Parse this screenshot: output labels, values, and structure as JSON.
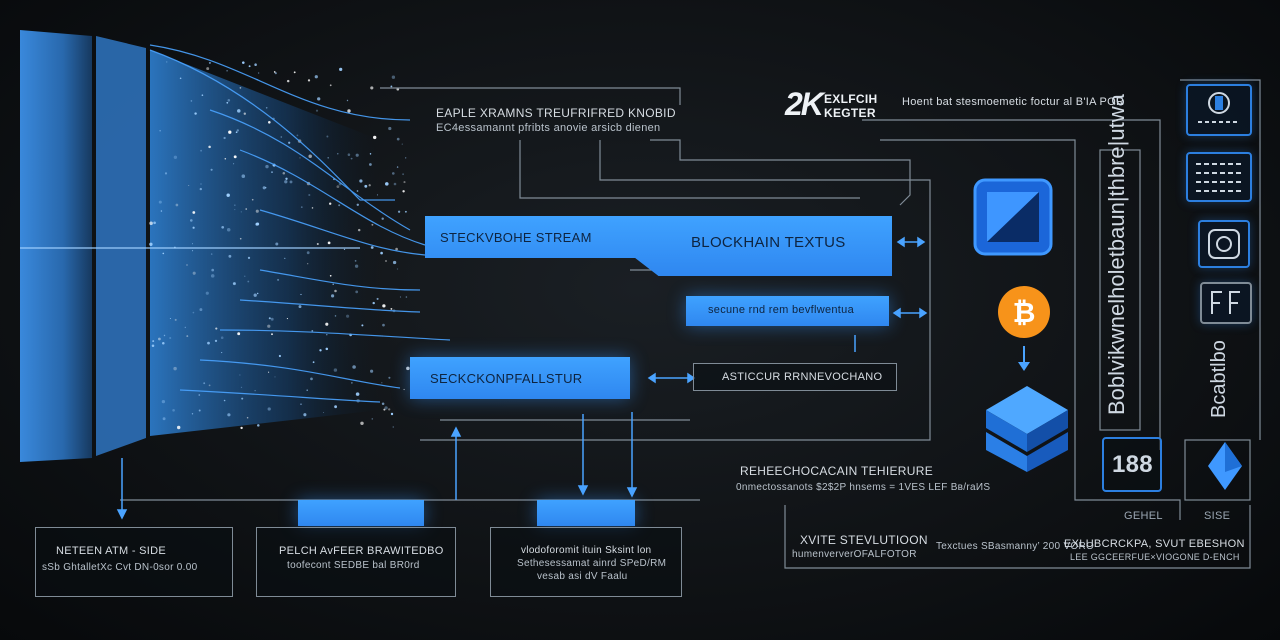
{
  "brand": {
    "logo": "2K",
    "name_line1": "EXLFCIH",
    "name_line2": "KEGTER",
    "tagline": "Hoent bat stesmoemetic foctur al B'IA POR"
  },
  "caption": {
    "line1": "EAPLE XRAMNS TREUFRIFRED KNOBID",
    "line2": "EC4essamannt pfribts anovie arsicb dienen"
  },
  "blocks": {
    "stream_label": "STECKVBOHE STREAM",
    "title_label": "BLOCKHAIN TEXTUS",
    "secure_label": "secune rnd rem bevflwentua",
    "secondary_label": "SECKCKONPFALLSTUR",
    "arch_label": "ASTICCUR RRNNEVOCHANO"
  },
  "bottom_boxes": [
    {
      "line1": "NETEEN ATM - SIDE",
      "line2": "sSb GhtalletXc Cvt DN-0sor 0.00"
    },
    {
      "line1": "PELCH AvFEER BRAWITEDBO",
      "line2": "toofecont SEDBE bal BR0rd"
    },
    {
      "line1": "vlodoforomit ituin Sksint lon",
      "line2": "Sethesessamat ainrd SPeD/RM",
      "line3": "vesab asi dV Faalu"
    }
  ],
  "tech_caption": {
    "line1": "REHEECHOCACAIN TEHIERURE",
    "line2": "0nmectossanots $2$2P hnsems = 1VES LEF Bв/raИS"
  },
  "footer_panel": {
    "left_line1": "XVITE STEVLUTIOON",
    "left_line2": "humenververOFALFOTOR",
    "mid": "Texctues  SBasmanny’  200 VORO",
    "right_line1": "EXLUBCRCKPA, SVUT EBESHON",
    "right_line2": "LEE GGCEERFUE×VIOGONE D-ENCH"
  },
  "right_labels": {
    "gehl": "GEHEL",
    "sise": "SISE"
  },
  "vertical_texts": {
    "outer": "Boblvikwnelholetbaun|thbre|utwa",
    "inner": "Bcabtlbo"
  },
  "counter_text": "188",
  "icons": [
    "square-wallet-icon",
    "bitcoin-icon",
    "cube-icon",
    "arrow-down-icon",
    "eth-diamond-icon",
    "lock-badge-icon",
    "grid-chip-icon",
    "gear-badge-icon",
    "ff-badge-icon"
  ],
  "colors": {
    "accent_blue": "#3396ff",
    "bitcoin_orange": "#f7931a",
    "line_gray": "#7f8b96",
    "glow_blue": "#1f8bff"
  }
}
